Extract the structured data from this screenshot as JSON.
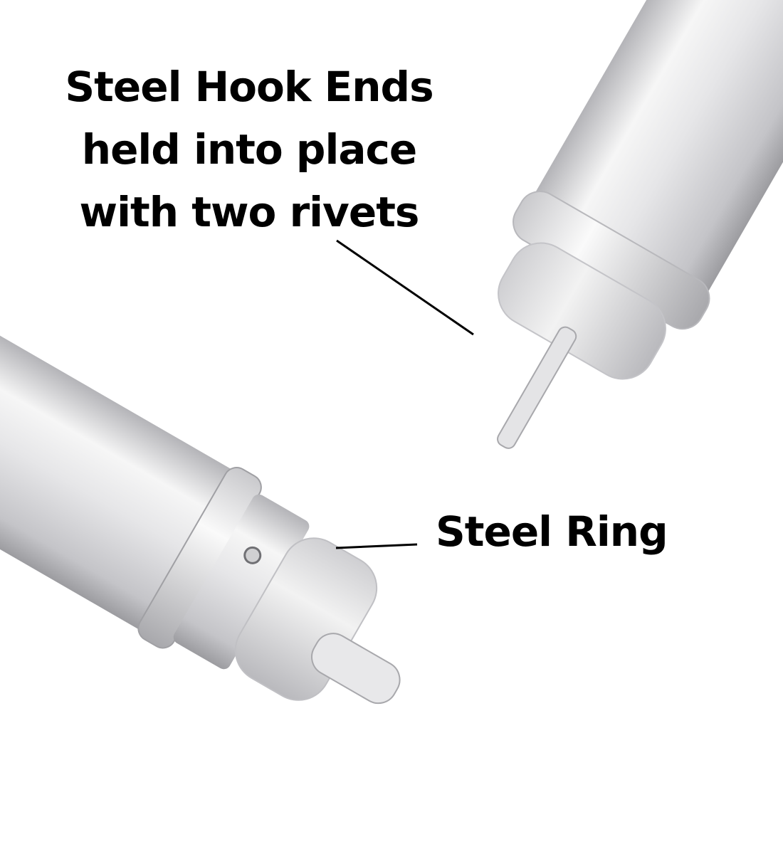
{
  "callouts": {
    "hook_ends": {
      "lines": [
        "Steel Hook Ends",
        "held into place",
        "with two rivets"
      ]
    },
    "ring": {
      "label": "Steel Ring"
    }
  },
  "colors": {
    "tube_light": "#f4f4f4",
    "tube_mid": "#d9d9db",
    "tube_dark": "#a9a9ad",
    "leader_line": "#000000"
  }
}
